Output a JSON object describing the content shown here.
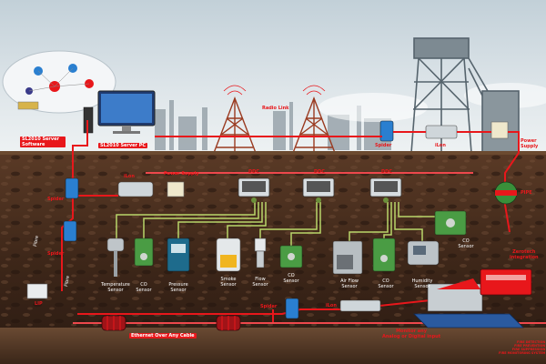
{
  "colors": {
    "sky_top": "#c9d6dd",
    "sky_bottom": "#eef2f3",
    "ground_top": "#4a2e1f",
    "ground_bottom": "#2a1a12",
    "ethernet_red": "#e8171b",
    "cable_green": "#b9d66a",
    "label_red": "#e8171b",
    "label_white": "#ffffff",
    "device_blue": "#2a7fd0"
  },
  "software": {
    "server_software_label": "SL2010 Server Software",
    "server_pc_label": "SL2010 Server PC"
  },
  "surface": {
    "radio_link_label": "Radio Link",
    "spider_label": "Spider",
    "ilon_label": "iLon",
    "power_supply_label": "Power Supply"
  },
  "underground": {
    "left_devices": {
      "spider_1_label": "Spider",
      "ilon_label": "iLon",
      "power_supply_label": "Power Supply",
      "spider_2_label": "Spider",
      "lip_label": "LIP",
      "fibre_label_1": "Fibre",
      "fibre_label_2": "Fibre"
    },
    "ddc_label": "DDC",
    "sensors": [
      {
        "label_1": "Temperature",
        "label_2": "Sensor"
      },
      {
        "label_1": "CO",
        "label_2": "Sensor"
      },
      {
        "label_1": "Pressure",
        "label_2": "Sensor"
      },
      {
        "label_1": "Smoke",
        "label_2": "Sensor"
      },
      {
        "label_1": "Flow",
        "label_2": "Sensor"
      },
      {
        "label_1": "CO",
        "label_2": "Sensor"
      },
      {
        "label_1": "Air Flow",
        "label_2": "Sensor"
      },
      {
        "label_1": "CO",
        "label_2": "Sensor"
      },
      {
        "label_1": "Humidity",
        "label_2": "Sensor"
      },
      {
        "label_1": "CO",
        "label_2": "Sensor"
      }
    ],
    "spider_bottom_label": "Spider",
    "ilon_bottom_label": "iLon",
    "ethernet_label": "Ethernet Over Any Cable",
    "monitor_label_1": "Monitor any",
    "monitor_label_2": "Analog or Digital input",
    "zerotech_label_1": "Zerotech",
    "zerotech_label_2": "integration",
    "fire_text_lines": [
      "FIRE DETECTION",
      "FIRE PREVENTION",
      "FIRE SUPPRESSION",
      "FIRE MONITORING SYSTEM"
    ]
  },
  "right_devices": {
    "pipe_label": "PIPE"
  }
}
